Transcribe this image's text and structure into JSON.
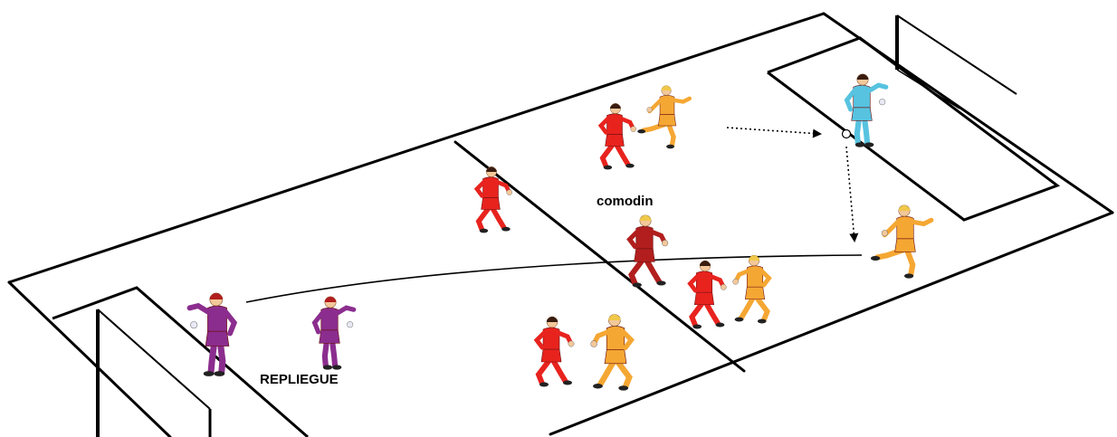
{
  "labels": {
    "comodin": "comodin",
    "repliegue": "REPLIEGUE"
  },
  "colors": {
    "lines": "#000000",
    "red_team": "#e8231e",
    "orange_team": "#f5a733",
    "purple_team": "#8b2d8e",
    "goalkeeper_cyan": "#57c3e0",
    "dark_red_player": "#b21e1e",
    "skin": "#f3c89a",
    "hair_dark": "#3a1d10",
    "hair_blond": "#f0c84a"
  },
  "players": [
    {
      "team": "red",
      "icon": "player-running-icon"
    },
    {
      "team": "orange",
      "icon": "player-running-icon"
    },
    {
      "team": "cyan",
      "icon": "goalkeeper-icon"
    },
    {
      "team": "red",
      "icon": "player-running-icon"
    },
    {
      "team": "dark_red",
      "icon": "player-running-icon"
    },
    {
      "team": "orange",
      "icon": "player-kicking-icon"
    },
    {
      "team": "purple",
      "icon": "goalkeeper-icon"
    },
    {
      "team": "purple",
      "icon": "goalkeeper-icon"
    },
    {
      "team": "red",
      "icon": "player-running-icon"
    },
    {
      "team": "orange",
      "icon": "player-running-icon"
    },
    {
      "team": "red",
      "icon": "player-running-icon"
    },
    {
      "team": "orange",
      "icon": "player-running-icon"
    }
  ]
}
